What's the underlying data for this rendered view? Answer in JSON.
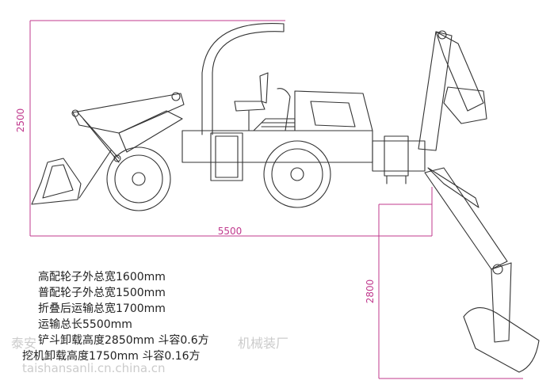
{
  "dimensions": {
    "height_total": "2500",
    "length_total": "5500",
    "depth_arm": "2800"
  },
  "specs": [
    "高配轮子外总宽1600mm",
    "普配轮子外总宽1500mm",
    "折叠后运输总宽1700mm",
    "运输总长5500mm",
    "铲斗卸载高度2850mm  斗容0.6方",
    "挖机卸载高度1750mm  斗容0.16方"
  ],
  "watermark": {
    "company": "泰安",
    "company_tail": "机械装厂",
    "url": "taishansanli.cn.china.cn"
  },
  "colors": {
    "dimension_line": "#c0398d",
    "drawing_line": "#333333"
  }
}
